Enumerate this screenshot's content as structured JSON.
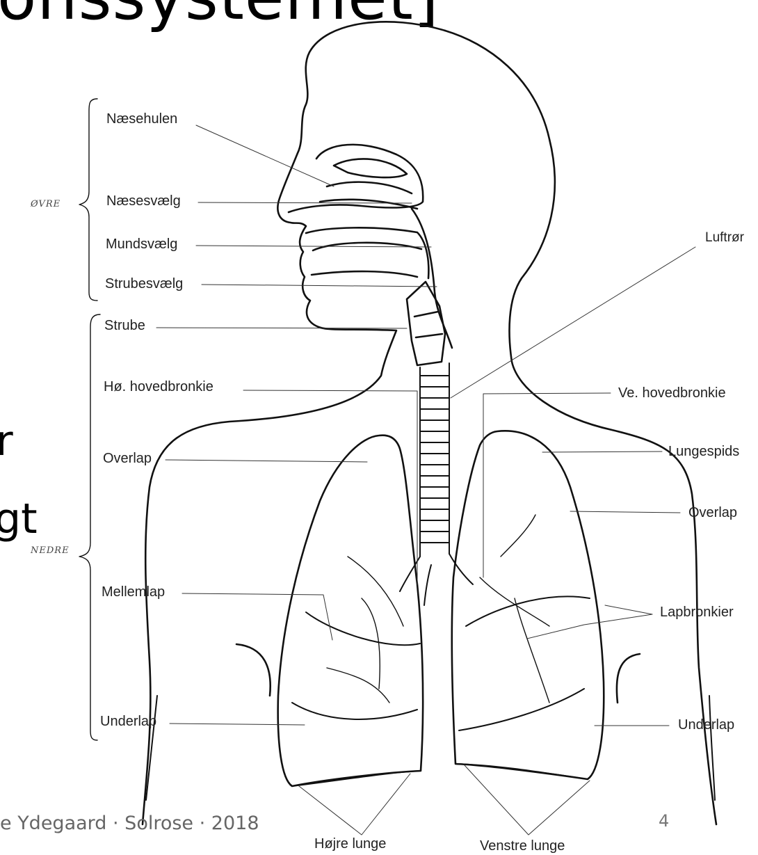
{
  "slide": {
    "title": "onssystemet]",
    "fragments": [
      "r",
      "gt"
    ],
    "footer": "e Ydegaard · Solrose · 2018",
    "page_number": "4"
  },
  "diagram": {
    "groups": {
      "upper": "ØVRE",
      "lower": "NEDRE"
    },
    "labels_left": [
      "Næsehulen",
      "Næsesvælg",
      "Mundsvælg",
      "Strubesvælg",
      "Strube",
      "Hø. hovedbronkie",
      "Overlap",
      "Mellemlap",
      "Underlap"
    ],
    "labels_right": [
      "Luftrør",
      "Ve. hovedbronkie",
      "Lungespids",
      "Overlap",
      "Lapbronkier",
      "Underlap"
    ],
    "labels_bottom": [
      "Højre lunge",
      "Venstre lunge"
    ]
  }
}
